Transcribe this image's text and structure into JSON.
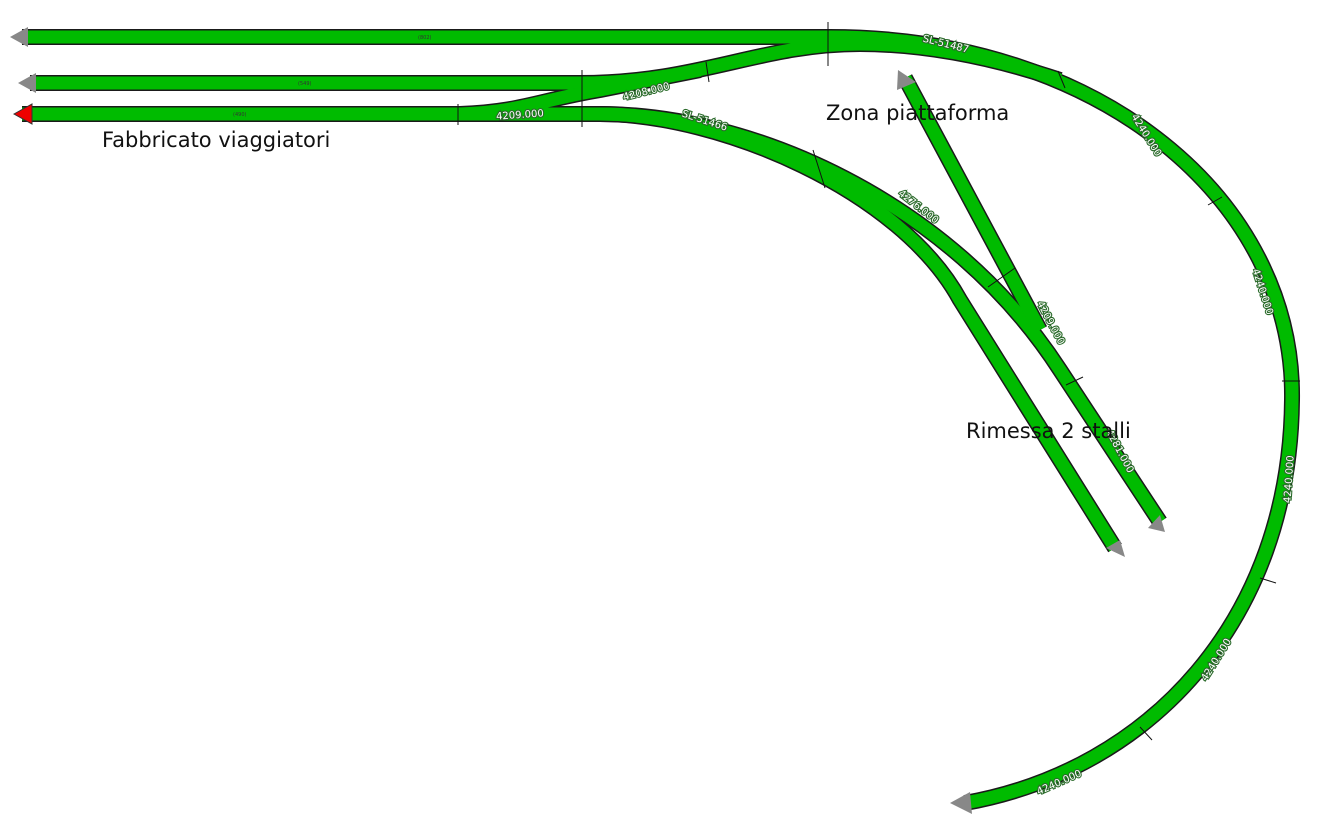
{
  "places": {
    "station_building": "Fabbricato viaggiatori",
    "turntable_zone": "Zona piattaforma",
    "engine_shed": "Rimessa 2 stalli"
  },
  "track_labels": {
    "track1_length": "(802)",
    "track2_length": "(549)",
    "track3_length": "(490)",
    "crossover": "4209.000",
    "switch_upper": "4208.000",
    "switch_SL_upper": "SL-51487",
    "switch_SL_lower": "SL-51466",
    "curve_4276": "4276.000",
    "curve_4209b": "4209.000",
    "curve_4281": "4281.000",
    "loop_1": "4240.000",
    "loop_2": "4240.000",
    "loop_3": "4240.000",
    "loop_4": "4240.000",
    "loop_5": "4240.000"
  },
  "colors": {
    "track": "#00bb00",
    "end_normal": "#888888",
    "end_active": "#ee0000"
  }
}
